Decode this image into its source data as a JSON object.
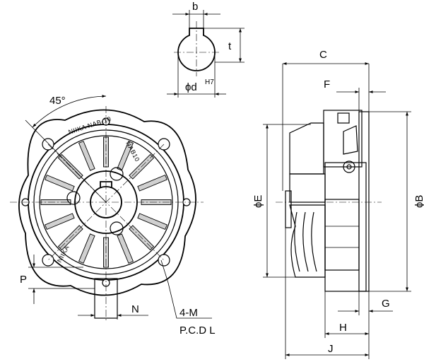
{
  "figure": {
    "shaft_section": {
      "key_width_label": "b",
      "key_depth_label": "t",
      "bore_label": "ϕd",
      "bore_fit_label": "H7"
    },
    "front_view": {
      "angle_label": "45°",
      "brand_top": "NIIKA NAB-10",
      "brand_side": "NAB10",
      "brand_bottom": "NIIKA",
      "hole_count_label": "4-M",
      "pcd_label": "P.C.D L",
      "offset_label": "P",
      "width_label": "N"
    },
    "side_view": {
      "length_label": "C",
      "flange_label": "F",
      "dia_e_label": "ϕE",
      "dia_b_label": "ϕB",
      "g_label": "G",
      "h_label": "H",
      "j_label": "J"
    }
  },
  "colors": {
    "shade_light": "#e4e4e4",
    "shade_mid": "#c8c8c8",
    "shade_dark": "#9a9a9a"
  }
}
